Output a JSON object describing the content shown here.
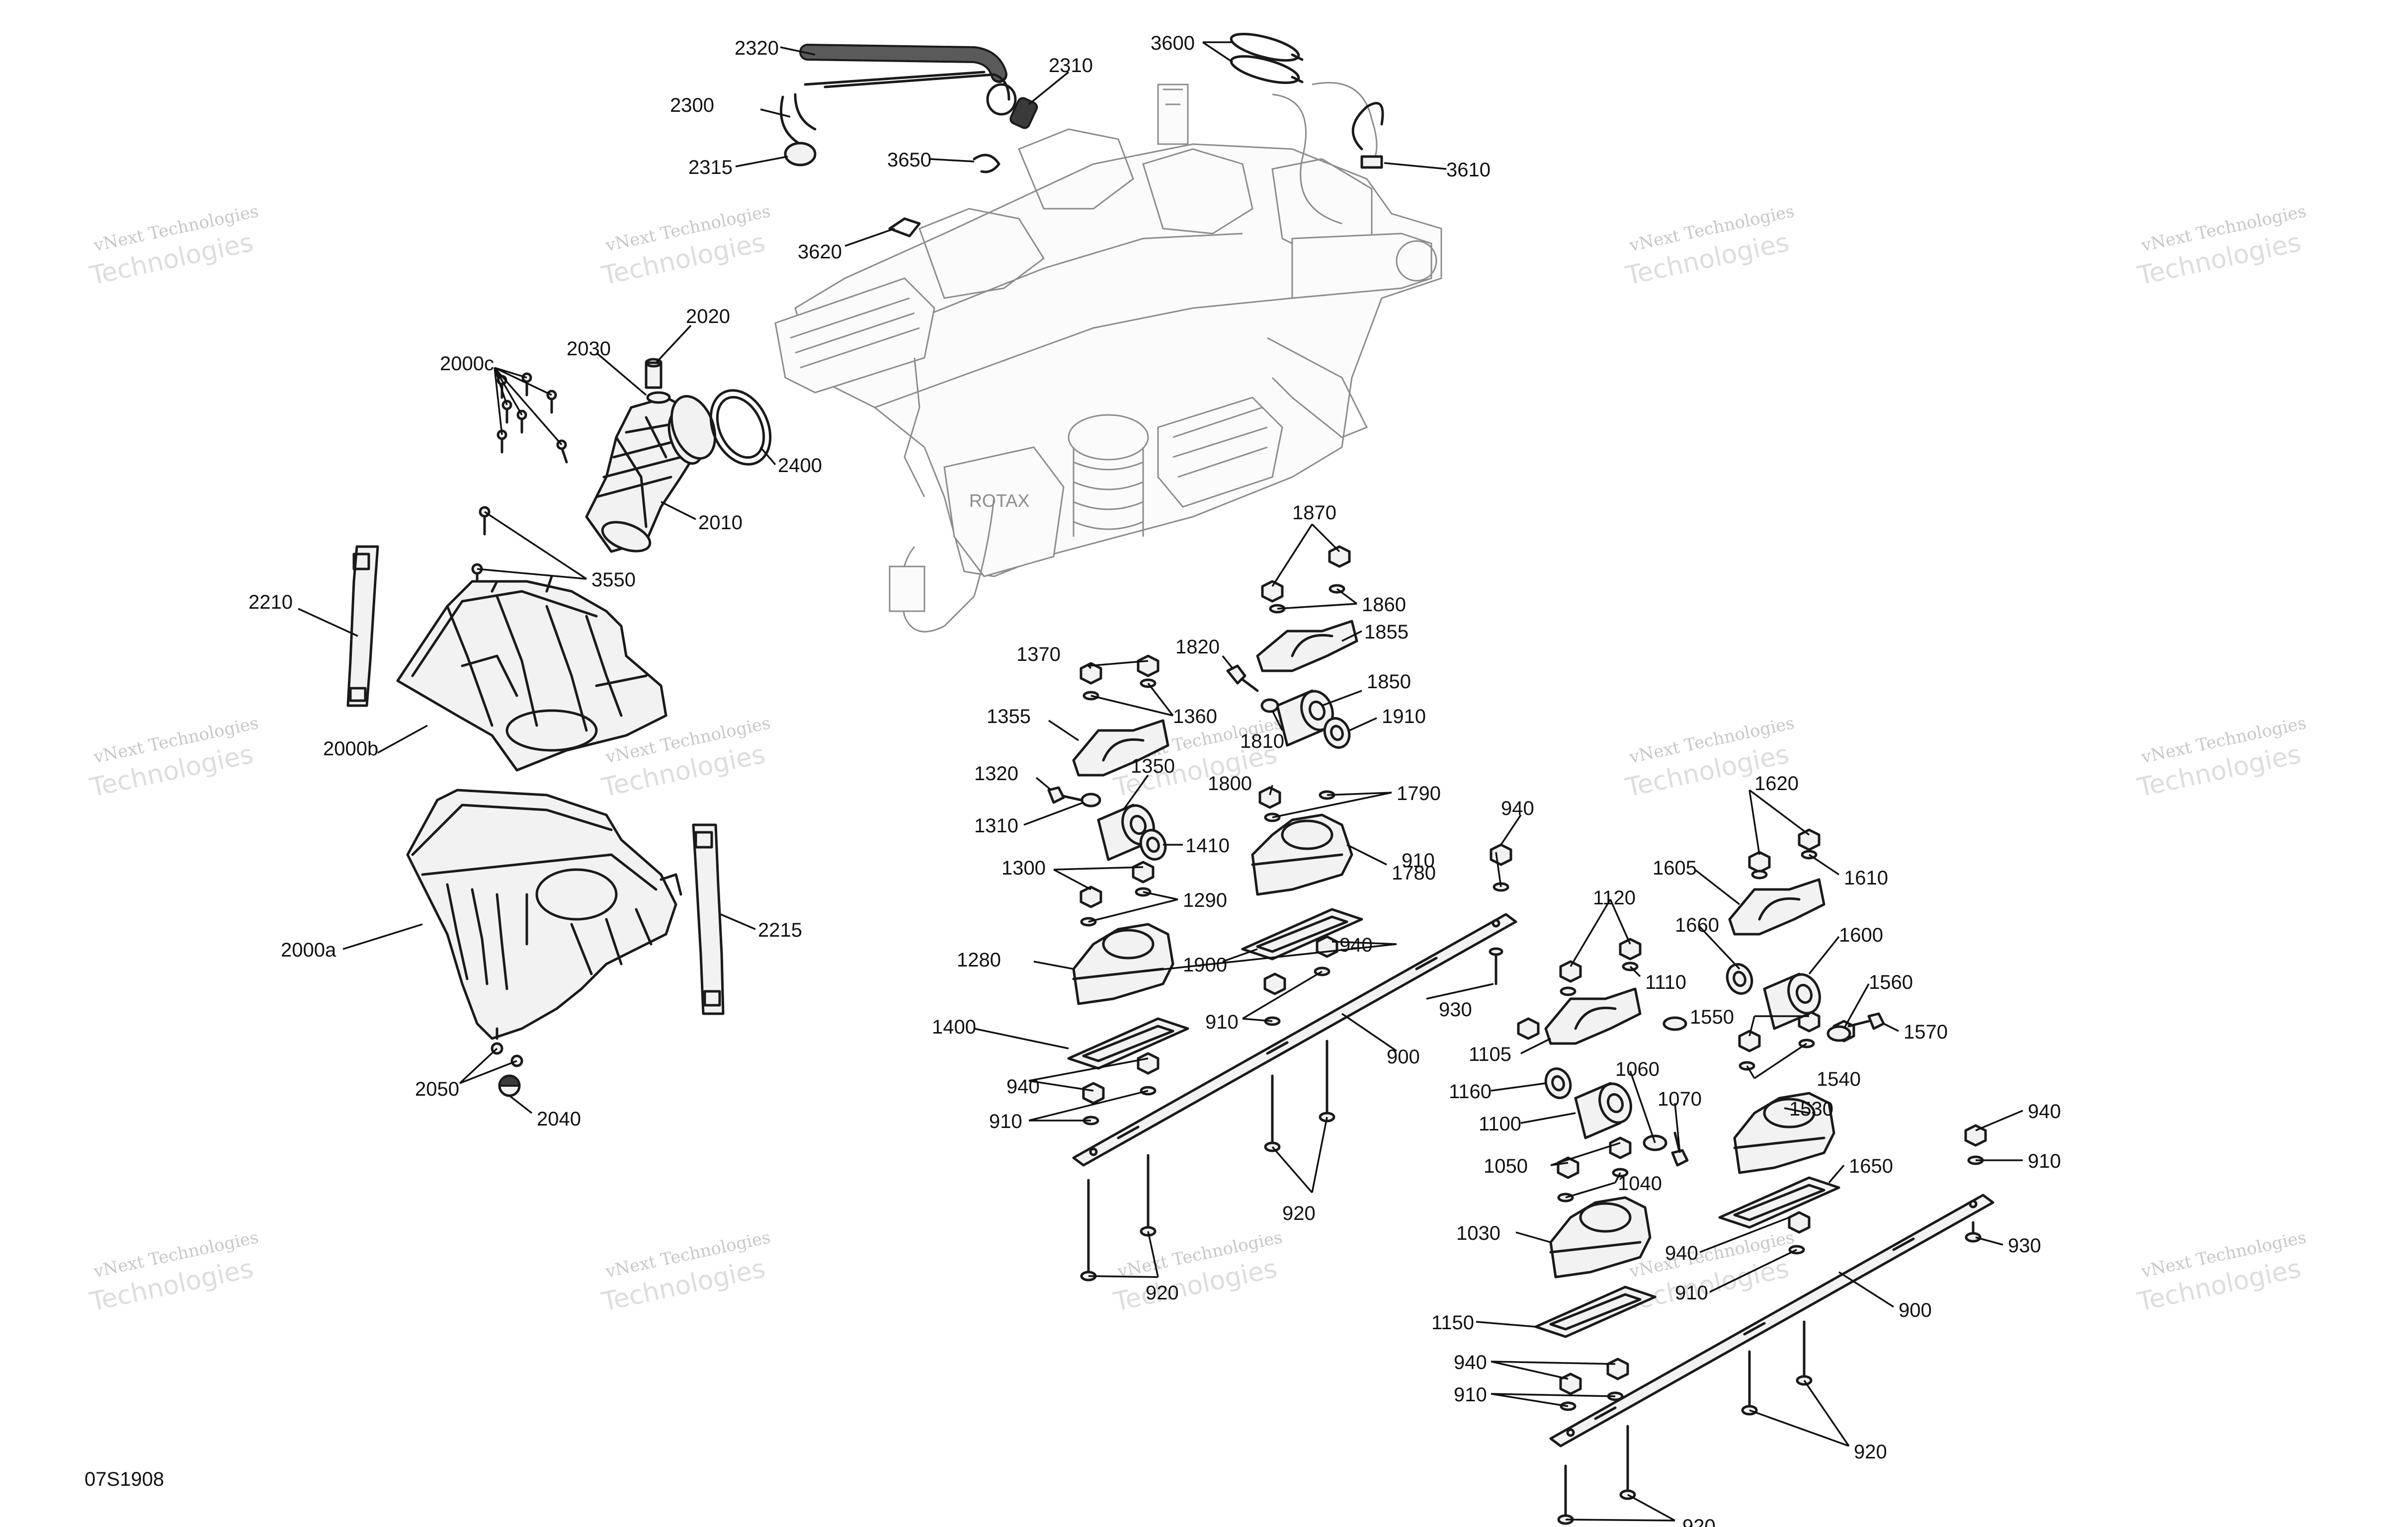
{
  "diagram_code": "07S1908",
  "watermark": {
    "line1": "vNext Technologies",
    "line2": "Technologies",
    "count": 15
  },
  "callouts": [
    "2320",
    "2310",
    "2300",
    "2315",
    "3600",
    "3650",
    "3610",
    "3620",
    "2020",
    "2030",
    "2000c",
    "2400",
    "2010",
    "3550",
    "2210",
    "2000b",
    "2000a",
    "2215",
    "2050",
    "2040",
    "1870",
    "1860",
    "1855",
    "1820",
    "1850",
    "1810",
    "1910",
    "1370",
    "1360",
    "1355",
    "1350",
    "1320",
    "1310",
    "1410",
    "1800",
    "1790",
    "1780",
    "1300",
    "1290",
    "1280",
    "1900",
    "940",
    "910",
    "930",
    "1400",
    "910",
    "900",
    "940",
    "910",
    "920",
    "920",
    "1620",
    "1610",
    "1605",
    "1660",
    "1600",
    "1120",
    "1110",
    "1560",
    "1570",
    "1550",
    "1540",
    "1105",
    "1060",
    "1070",
    "1160",
    "1100",
    "1530",
    "1050",
    "1040",
    "940",
    "910",
    "1650",
    "930",
    "1030",
    "940",
    "910",
    "900",
    "1150",
    "940",
    "910",
    "920",
    "920",
    "940"
  ]
}
